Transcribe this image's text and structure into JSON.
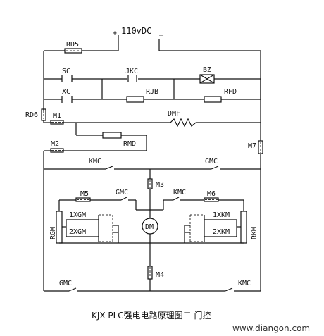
{
  "power": {
    "label": "110vDC",
    "plus": "+",
    "minus": "_"
  },
  "components": {
    "rd5": "RD5",
    "sc": "SC",
    "xc": "XC",
    "jkc": "JKC",
    "rjb": "RJB",
    "bz": "BZ",
    "rfd": "RFD",
    "rd6": "RD6",
    "m1": "M1",
    "dmf": "DMF",
    "rmd": "RMD",
    "m2": "M2",
    "m7": "M7",
    "kmc_top": "KMC",
    "gmc_top": "GMC",
    "m3": "M3",
    "m5": "M5",
    "gmc_mid": "GMC",
    "kmc_mid": "KMC",
    "m6": "M6",
    "xgm1": "1XGM",
    "xgm2": "2XGM",
    "xkm1": "1XKM",
    "xkm2": "2XKM",
    "rgm": "RGM",
    "rkm": "RKM",
    "dm": "DM",
    "m4": "M4",
    "gmc_bot": "GMC",
    "kmc_bot": "KMC"
  },
  "caption": "KJX-PLC强电电路原理图二 门控",
  "watermark": "www.diangon.com"
}
